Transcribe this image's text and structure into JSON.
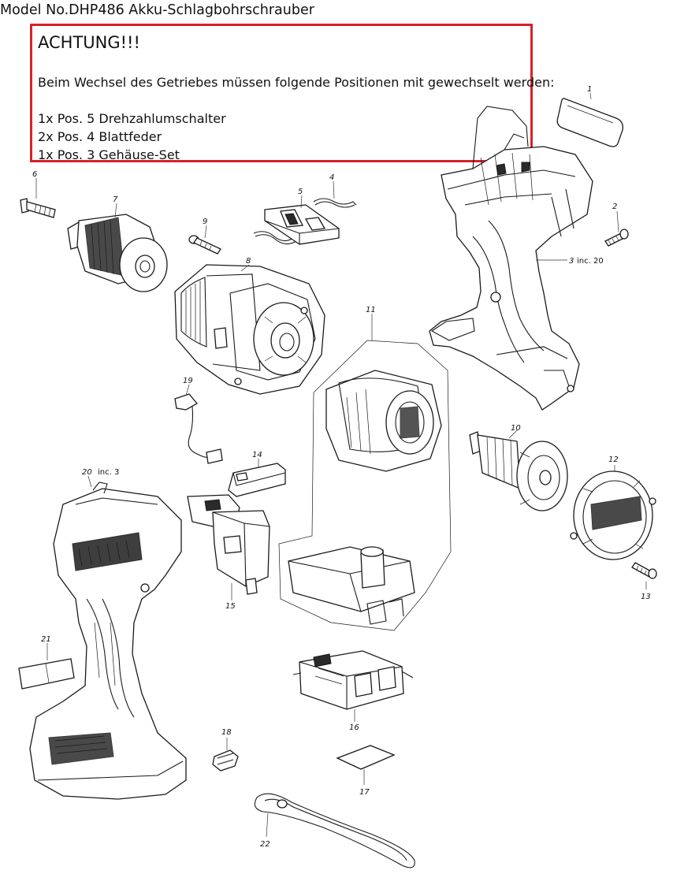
{
  "header": {
    "title": "Model No.DHP486 Akku-Schlagbohrschrauber"
  },
  "warning": {
    "heading": "ACHTUNG!!!",
    "message": "Beim Wechsel des Getriebes müssen folgende Positionen mit gewechselt werden:",
    "lines": [
      "1x Pos. 5 Drehzahlumschalter",
      "2x Pos. 4 Blattfeder",
      "1x Pos. 3 Gehäuse-Set"
    ],
    "border_color": "#d7222a"
  },
  "diagram": {
    "labels": {
      "p1": "1",
      "p2": "2",
      "p3": "3",
      "p3_note": "inc. 20",
      "p4": "4",
      "p5": "5",
      "p6": "6",
      "p7": "7",
      "p8": "8",
      "p9": "9",
      "p10": "10",
      "p11": "11",
      "p12": "12",
      "p13": "13",
      "p14": "14",
      "p15": "15",
      "p16": "16",
      "p17": "17",
      "p18": "18",
      "p19": "19",
      "p20": "20",
      "p20_note": "inc. 3",
      "p21": "21",
      "p22": "22"
    }
  }
}
